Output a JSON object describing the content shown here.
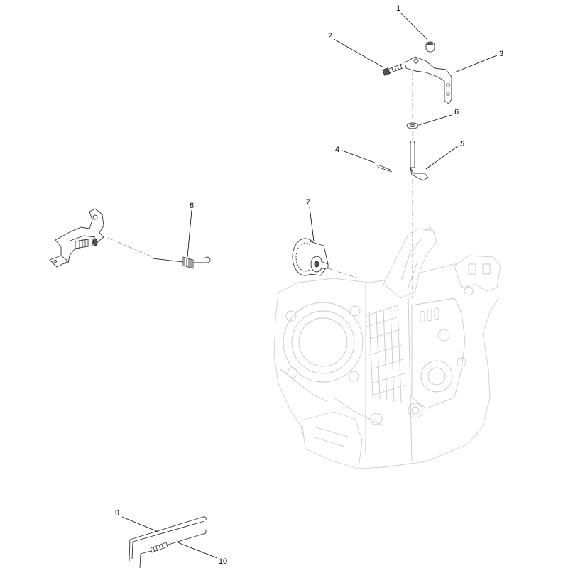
{
  "callouts": [
    {
      "id": "1",
      "label": "1"
    },
    {
      "id": "2",
      "label": "2"
    },
    {
      "id": "3",
      "label": "3"
    },
    {
      "id": "4",
      "label": "4"
    },
    {
      "id": "5",
      "label": "5"
    },
    {
      "id": "6",
      "label": "6"
    },
    {
      "id": "7",
      "label": "7"
    },
    {
      "id": "8",
      "label": "8"
    },
    {
      "id": "9",
      "label": "9"
    },
    {
      "id": "10",
      "label": "10"
    }
  ],
  "colors": {
    "line": "#000000",
    "ghost_engine": "#c8c8c8",
    "phantom_line": "#888888",
    "background": "#ffffff"
  }
}
